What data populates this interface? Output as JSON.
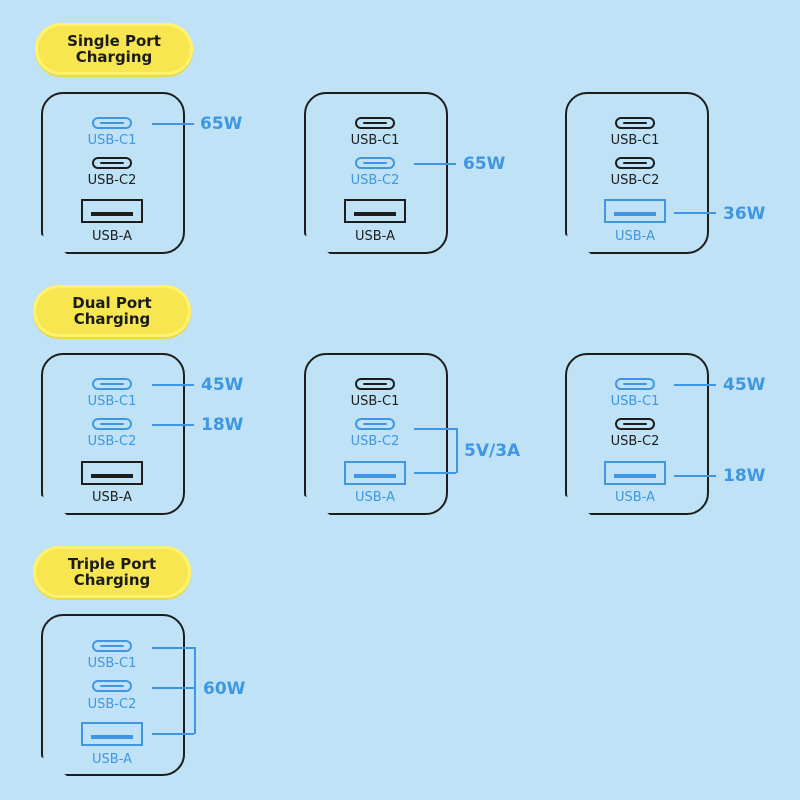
{
  "sections": {
    "single": {
      "title_line1": "Single Port",
      "title_line2": "Charging"
    },
    "dual": {
      "title_line1": "Dual Port",
      "title_line2": "Charging"
    },
    "triple": {
      "title_line1": "Triple Port",
      "title_line2": "Charging"
    }
  },
  "ports": {
    "c1": "USB-C1",
    "c2": "USB-C2",
    "a": "USB-A"
  },
  "power": {
    "single_c1": "65W",
    "single_c2": "65W",
    "single_a": "36W",
    "dual1_c1": "45W",
    "dual1_c2": "18W",
    "dual2_c2_a": "5V/3A",
    "dual3_c1": "45W",
    "dual3_a": "18W",
    "triple_all": "60W"
  },
  "colors": {
    "background": "#bfe2f6",
    "active": "#3f97e2",
    "inactive": "#1d1d1d",
    "badge": "#f7e64f"
  }
}
